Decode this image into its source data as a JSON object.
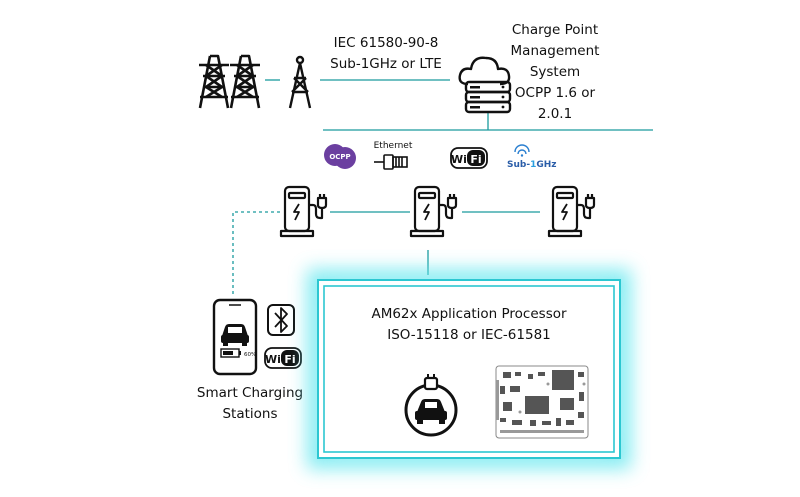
{
  "link_label": {
    "line1": "IEC 61580-90-8",
    "line2": "Sub-1GHz or LTE"
  },
  "cpms": {
    "line1": "Charge Point",
    "line2": "Management",
    "line3": "System",
    "line4": "OCPP 1.6 or",
    "line5": "2.0.1"
  },
  "protocols": {
    "ocpp": "OCPP",
    "ethernet": "Ethernet",
    "wifi": "Wi",
    "wifi_fi": "Fi",
    "sub_prefix": "Sub-",
    "sub_accent": "1",
    "sub_suffix": "GHz"
  },
  "phone": {
    "battery_pct": "60%",
    "wifi": "Wi",
    "wifi_fi": "Fi"
  },
  "smart_charging": {
    "line1": "Smart Charging",
    "line2": "Stations"
  },
  "processor": {
    "line1": "AM62x Application Processor",
    "line2": "ISO-15118 or IEC-61581"
  },
  "colors": {
    "accent": "#1a9a9e",
    "glow": "#5fe6ee",
    "ocpp": "#6b3fa0",
    "sub1": "#2a7fd0"
  }
}
